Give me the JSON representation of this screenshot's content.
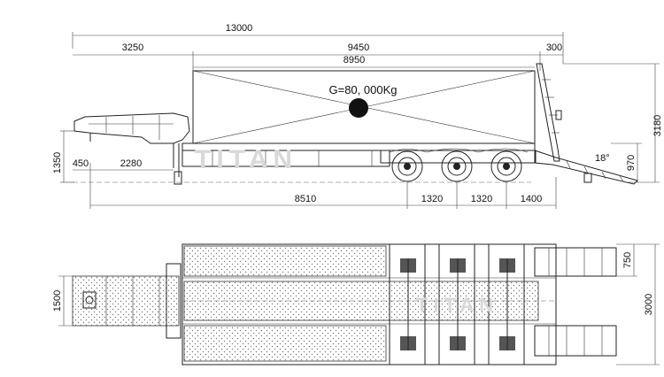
{
  "drawing": {
    "side_view": {
      "overall_length": "13000",
      "gooseneck_length": "3250",
      "deck_length": "9450",
      "cargo_length": "8950",
      "ramp_gap": "300",
      "load_label": "G=80, 000Kg",
      "overall_height": "3180",
      "ramp_height": "970",
      "ramp_angle": "18°",
      "gooseneck_height": "1350",
      "front_offset": "450",
      "king_pin_offset": "2280",
      "axle_position": "8510",
      "axle_spacing_1": "1320",
      "axle_spacing_2": "1320",
      "rear_overhang": "1400"
    },
    "top_view": {
      "ramp_width": "750",
      "overall_width": "3000",
      "front_width": "1500"
    },
    "watermark": "TITAN"
  }
}
